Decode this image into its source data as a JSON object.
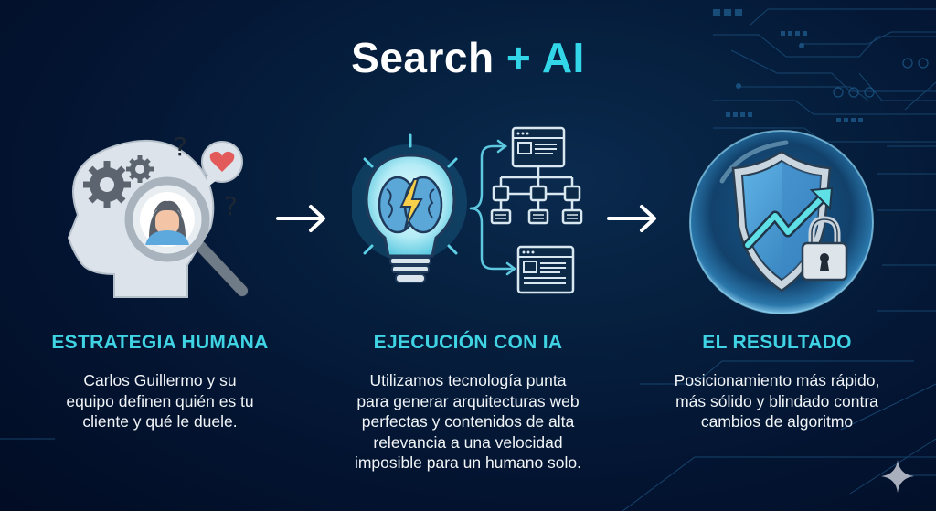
{
  "title": {
    "word1": "Search",
    "plus": "+",
    "word2": "AI"
  },
  "colors": {
    "accent": "#33d6e8",
    "heading": "#3fd3e3",
    "background": "#031431",
    "text": "#f2f5f8"
  },
  "steps": [
    {
      "icon": "head-gears-magnifier-icon",
      "heading": "ESTRATEGIA HUMANA",
      "body_lines": [
        "Carlos Guillermo y su",
        "equipo definen quién es tu",
        "cliente y qué le duele."
      ]
    },
    {
      "icon": "lightbulb-brain-sitemap-icon",
      "heading": "EJECUCIÓN CON IA",
      "body_lines": [
        "Utilizamos tecnología punta",
        "para generar arquitecturas web",
        "perfectas y contenidos de alta",
        "relevancia a una velocidad",
        "imposible para un humano solo."
      ]
    },
    {
      "icon": "shield-growth-lock-icon",
      "heading": "EL RESULTADO",
      "body_lines": [
        "Posicionamiento más rápido,",
        "más sólido y blindado contra",
        "cambios de algoritmo"
      ]
    }
  ],
  "arrows": [
    "arrow-right-icon",
    "arrow-right-icon"
  ],
  "watermark": "sparkle-icon"
}
